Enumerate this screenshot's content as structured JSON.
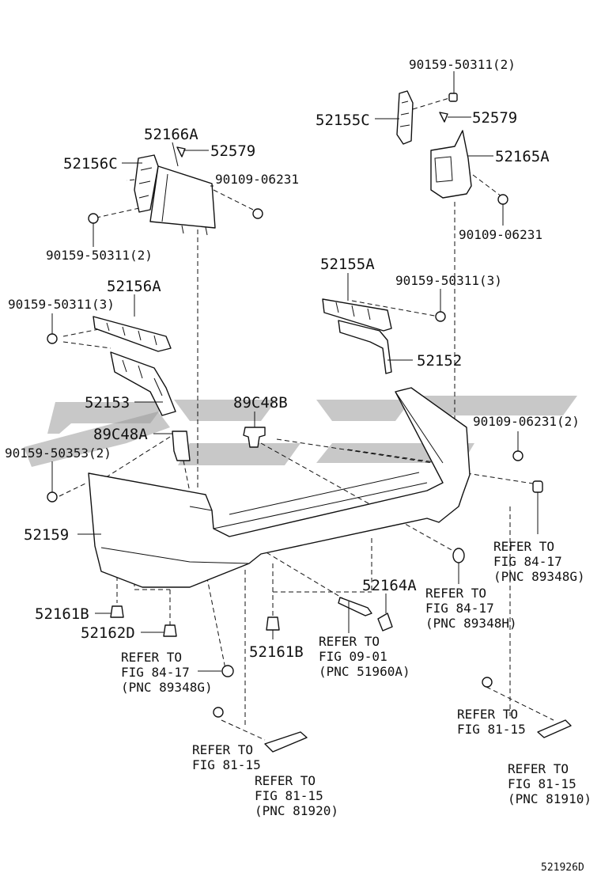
{
  "diagram": {
    "id_code": "521926D",
    "labels": {
      "p_90159_50311_2_top": "90159-50311(2)",
      "p_52155C": "52155C",
      "p_52579_right": "52579",
      "p_52165A": "52165A",
      "p_90109_06231_right": "90109-06231",
      "p_52166A": "52166A",
      "p_52579_left": "52579",
      "p_52156C": "52156C",
      "p_90109_06231_left": "90109-06231",
      "p_90159_50311_2_left": "90159-50311(2)",
      "p_52155A": "52155A",
      "p_90159_50311_3_right": "90159-50311(3)",
      "p_52156A": "52156A",
      "p_90159_50311_3_left": "90159-50311(3)",
      "p_52152": "52152",
      "p_52153": "52153",
      "p_89C48B": "89C48B",
      "p_90109_06231_2": "90109-06231(2)",
      "p_89C48A": "89C48A",
      "p_90159_50353_2": "90159-50353(2)",
      "p_52159": "52159",
      "p_52164A": "52164A",
      "p_52161B_left": "52161B",
      "p_52162D": "52162D",
      "p_52161B_center": "52161B"
    },
    "refer_notes": {
      "r1": [
        "REFER TO",
        "FIG 84-17",
        "(PNC 89348G)"
      ],
      "r2": [
        "REFER TO",
        "FIG 84-17",
        "(PNC 89348H)"
      ],
      "r3": [
        "REFER TO",
        "FIG 09-01",
        "(PNC 51960A)"
      ],
      "r4": [
        "REFER TO",
        "FIG 84-17",
        "(PNC 89348G)"
      ],
      "r5": [
        "REFER TO",
        "FIG 81-15"
      ],
      "r6": [
        "REFER TO",
        "FIG 81-15"
      ],
      "r7": [
        "REFER TO",
        "FIG 81-15",
        "(PNC 81920)"
      ],
      "r8": [
        "REFER TO",
        "FIG 81-15",
        "(PNC 81910)"
      ]
    }
  }
}
